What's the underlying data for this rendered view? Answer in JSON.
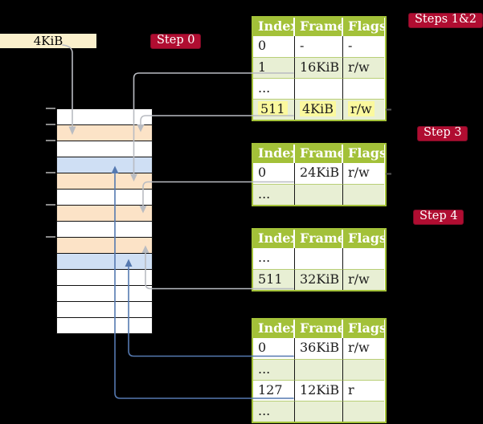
{
  "memory_label": "4KiB",
  "badges": {
    "step0": "Step 0",
    "steps12": "Steps 1&2",
    "step3": "Step 3",
    "step4": "Step 4"
  },
  "memory_stack": {
    "rows": [
      "white",
      "orange",
      "white",
      "blue",
      "orange",
      "white",
      "orange",
      "white",
      "orange",
      "blue",
      "white",
      "white",
      "white",
      "white"
    ],
    "tick_rows": [
      0,
      1,
      2,
      4,
      6,
      8
    ]
  },
  "tables": {
    "t1": {
      "headers": [
        "Index",
        "Frame",
        "Flags"
      ],
      "rows": [
        {
          "cells": [
            "0",
            "-",
            "-"
          ]
        },
        {
          "cells": [
            "1",
            "16KiB",
            "r/w"
          ]
        },
        {
          "cells": [
            "...",
            "",
            ""
          ]
        },
        {
          "cells": [
            "511",
            "4KiB",
            "r/w"
          ]
        }
      ]
    },
    "t2": {
      "headers": [
        "Index",
        "Frame",
        "Flags"
      ],
      "rows": [
        {
          "cells": [
            "0",
            "24KiB",
            "r/w"
          ]
        },
        {
          "cells": [
            "...",
            "",
            ""
          ]
        }
      ]
    },
    "t3": {
      "headers": [
        "Index",
        "Frame",
        "Flags"
      ],
      "rows": [
        {
          "cells": [
            "...",
            "",
            ""
          ]
        },
        {
          "cells": [
            "511",
            "32KiB",
            "r/w"
          ]
        }
      ]
    },
    "t4": {
      "headers": [
        "Index",
        "Frame",
        "Flags"
      ],
      "rows": [
        {
          "cells": [
            "0",
            "36KiB",
            "r/w"
          ]
        },
        {
          "cells": [
            "...",
            "",
            ""
          ]
        },
        {
          "cells": [
            "127",
            "12KiB",
            "r"
          ]
        },
        {
          "cells": [
            "...",
            "",
            ""
          ]
        }
      ]
    }
  },
  "colors": {
    "background": "#000000",
    "row_white": "#ffffff",
    "row_orange": "#fce3c7",
    "row_blue": "#cfdff4",
    "cream": "#fbf0cc",
    "badge_bg": "#b00d31",
    "badge_border": "#7d0b26",
    "green": "#a3c139",
    "shade": "#e8efd4",
    "rowline": "#b9cf77",
    "ink": "#1c1c1c",
    "highlight": "#fbf99e",
    "line_gray": "#b9bcc2",
    "line_blue": "#5579b0",
    "stub": "#555555",
    "tick": "#8a8a8a"
  }
}
